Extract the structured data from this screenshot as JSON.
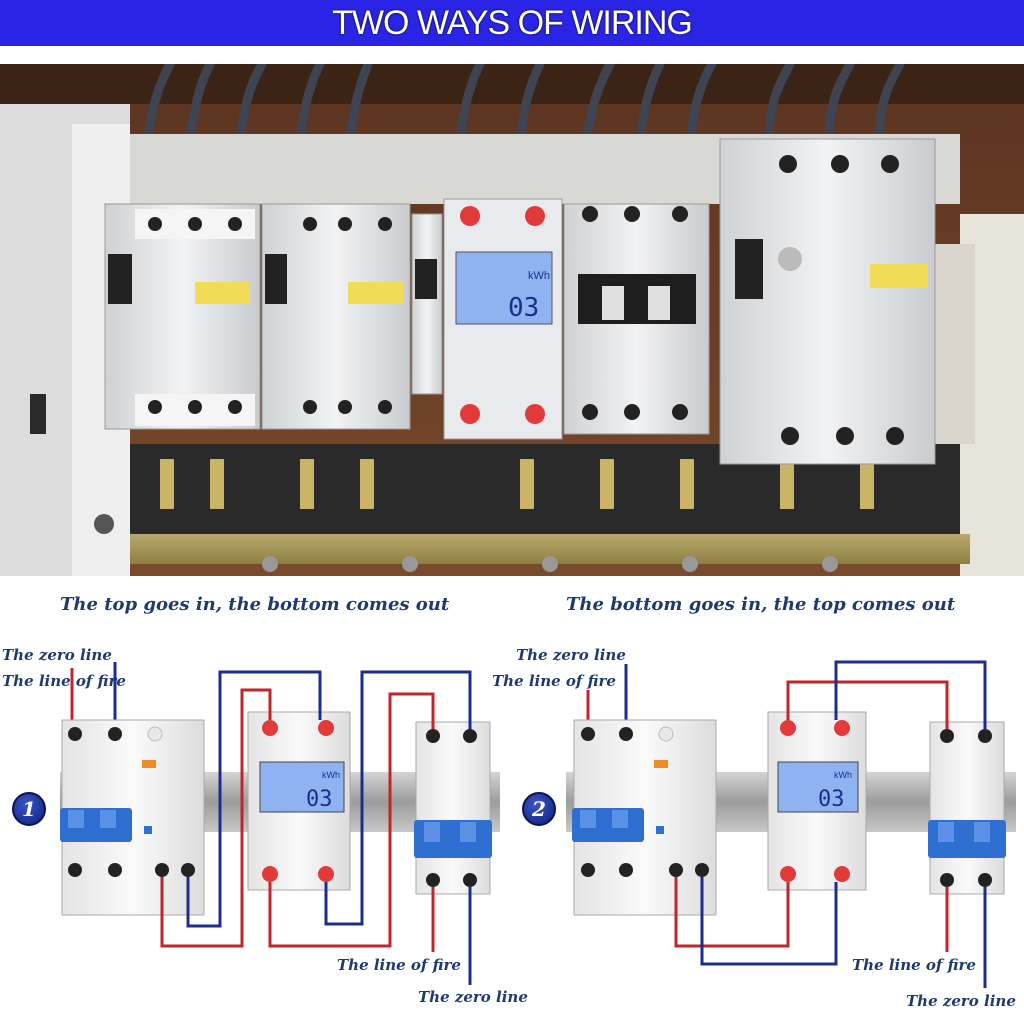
{
  "banner": {
    "title": "TWO WAYS OF WIRING"
  },
  "photo": {
    "meter_display_unit": "kWh",
    "meter_display_value": "03"
  },
  "diagram1": {
    "caption": "The top goes in, the bottom comes out",
    "number": "1",
    "label_zero_top": "The zero line",
    "label_fire_top": "The line of fire",
    "label_fire_bottom": "The line of fire",
    "label_zero_bottom": "The zero line",
    "meter_unit": "kWh",
    "meter_value": "03"
  },
  "diagram2": {
    "caption": "The bottom goes in, the top comes out",
    "number": "2",
    "label_zero_top": "The zero line",
    "label_fire_top": "The line of fire",
    "label_fire_bottom": "The line of fire",
    "label_zero_bottom": "The zero line",
    "meter_unit": "kWh",
    "meter_value": "03"
  },
  "colors": {
    "banner": "#2a25e6",
    "fire_wire": "#c0262b",
    "zero_wire": "#1c2e8c",
    "label_text": "#1f3a6f",
    "breaker_blue": "#2e6fd1",
    "lcd": "#8fb3f0"
  }
}
